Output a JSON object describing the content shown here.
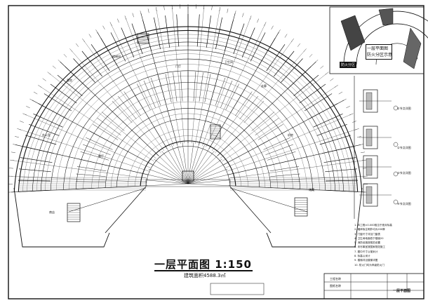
{
  "drawing": {
    "main_title": "一层平面图 1:150",
    "area_label": "建筑面积4588.3㎡",
    "room_labels": [
      "客房",
      "楼梯间",
      "门厅",
      "卫生间",
      "走廊",
      "办公室",
      "机房",
      "餐厅",
      "储藏",
      "商店"
    ]
  },
  "inset": {
    "title_line1": "一层平面图",
    "title_line2": "防火分区示意",
    "tag_label": "防火分区"
  },
  "details": {
    "labels": [
      "①节点详图",
      "②节点详图",
      "③节点详图",
      "④节点详图"
    ]
  },
  "notes": {
    "lines": [
      "1. 本工程±0.000相当于绝对标高",
      "2. 墙体除注明外均为200厚",
      "3. 门窗尺寸详见门窗表",
      "4. 卫生间地面低于楼面20",
      "5. 消防设施按规范设置",
      "6. 未尽事宜按国家规范施工",
      "7. 图中尺寸以毫米计",
      "8. 标高以米计",
      "9. 楼梯详见楼梯详图",
      "10. 防火门均为甲级防火门"
    ]
  },
  "title_block": {
    "row1": "工程名称",
    "row2": "图纸名称",
    "drawing_name": "一层平面图"
  },
  "colors": {
    "ink": "#111111",
    "paper": "#ffffff"
  }
}
